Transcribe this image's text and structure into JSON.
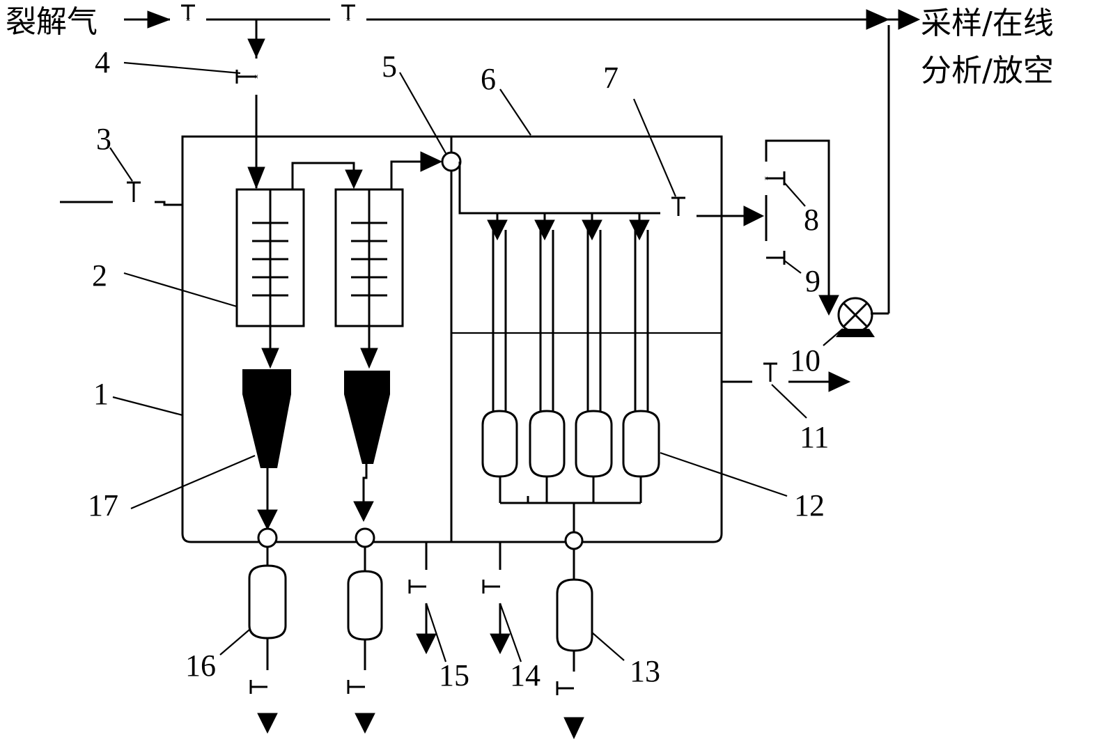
{
  "labels": {
    "inlet": "裂解气",
    "outlet_line1": "采样/在线",
    "outlet_line2": "分析/放空",
    "n1": "1",
    "n2": "2",
    "n3": "3",
    "n4": "4",
    "n5": "5",
    "n6": "6",
    "n7": "7",
    "n8": "8",
    "n9": "9",
    "n10": "10",
    "n11": "11",
    "n12": "12",
    "n13": "13",
    "n14": "14",
    "n15": "15",
    "n16": "16",
    "n17": "17"
  }
}
